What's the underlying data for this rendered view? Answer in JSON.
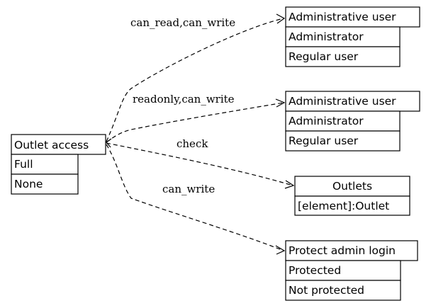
{
  "source_node": {
    "title": "Outlet access",
    "items": [
      "Full",
      "None"
    ]
  },
  "target_nodes": {
    "admin_user_1": {
      "title": "Administrative user",
      "items": [
        "Administrator",
        "Regular user"
      ]
    },
    "admin_user_2": {
      "title": "Administrative user",
      "items": [
        "Administrator",
        "Regular user"
      ]
    },
    "outlets": {
      "title": "Outlets",
      "items": [
        "[element]:Outlet"
      ]
    },
    "protect_admin": {
      "title": "Protect admin login",
      "items": [
        "Protected",
        "Not protected"
      ]
    }
  },
  "edges": {
    "to_admin_user_1": "can_read,can_write",
    "to_admin_user_2": "readonly,can_write",
    "to_outlets": "check",
    "to_protect_admin": "can_write"
  }
}
